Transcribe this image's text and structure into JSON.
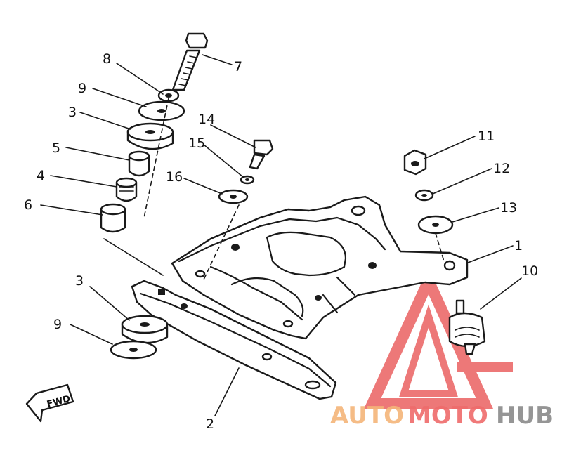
{
  "callouts": [
    {
      "id": "c1",
      "label": "1"
    },
    {
      "id": "c2",
      "label": "2"
    },
    {
      "id": "c3a",
      "label": "3"
    },
    {
      "id": "c3b",
      "label": "3"
    },
    {
      "id": "c4",
      "label": "4"
    },
    {
      "id": "c5",
      "label": "5"
    },
    {
      "id": "c6",
      "label": "6"
    },
    {
      "id": "c7",
      "label": "7"
    },
    {
      "id": "c8",
      "label": "8"
    },
    {
      "id": "c9a",
      "label": "9"
    },
    {
      "id": "c9b",
      "label": "9"
    },
    {
      "id": "c10",
      "label": "10"
    },
    {
      "id": "c11",
      "label": "11"
    },
    {
      "id": "c12",
      "label": "12"
    },
    {
      "id": "c13",
      "label": "13"
    },
    {
      "id": "c14",
      "label": "14"
    },
    {
      "id": "c15",
      "label": "15"
    },
    {
      "id": "c16",
      "label": "16"
    }
  ],
  "fwd_label": "FWD",
  "watermark": {
    "part1": "AUTO",
    "part2": "MOTO",
    "part3": "HUB",
    "colors": {
      "auto": "#f5b57a",
      "moto": "#ef6b6b",
      "hub": "#8a8a8a",
      "triangle": "#e74c4c"
    }
  }
}
